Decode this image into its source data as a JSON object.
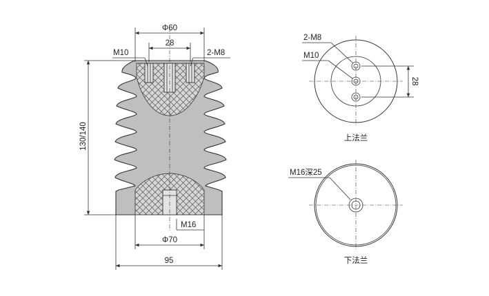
{
  "side_view": {
    "dim_top_outer": "Φ60",
    "dim_top_inner": "28",
    "label_left_thread": "M10",
    "label_right_thread": "2-M8",
    "dim_height": "130/140",
    "label_bottom_thread": "M16",
    "dim_bottom_inner": "Φ70",
    "dim_base": "95"
  },
  "upper_flange": {
    "label_holes": "2-M8",
    "label_center_hole": "M10",
    "dim_spacing": "28",
    "caption": "上法兰"
  },
  "lower_flange": {
    "label_hole": "M16深25",
    "caption": "下法兰"
  }
}
